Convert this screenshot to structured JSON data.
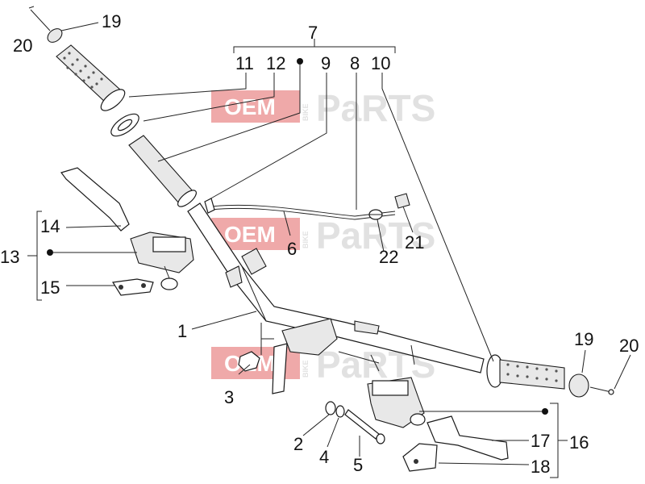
{
  "watermark": {
    "oem": "OEM",
    "bike": "BIKE",
    "parts": "PaRTS",
    "color_red": "#e36464",
    "color_gray": "#c9c9c9"
  },
  "callouts": {
    "c1": "1",
    "c2": "2",
    "c3": "3",
    "c4": "4",
    "c5": "5",
    "c6": "6",
    "c7": "7",
    "c8": "8",
    "c9": "9",
    "c10": "10",
    "c11": "11",
    "c12": "12",
    "c13": "13",
    "c14": "14",
    "c15": "15",
    "c16": "16",
    "c17": "17",
    "c18": "18",
    "c19a": "19",
    "c19b": "19",
    "c20a": "20",
    "c20b": "20",
    "c21": "21",
    "c22": "22"
  }
}
